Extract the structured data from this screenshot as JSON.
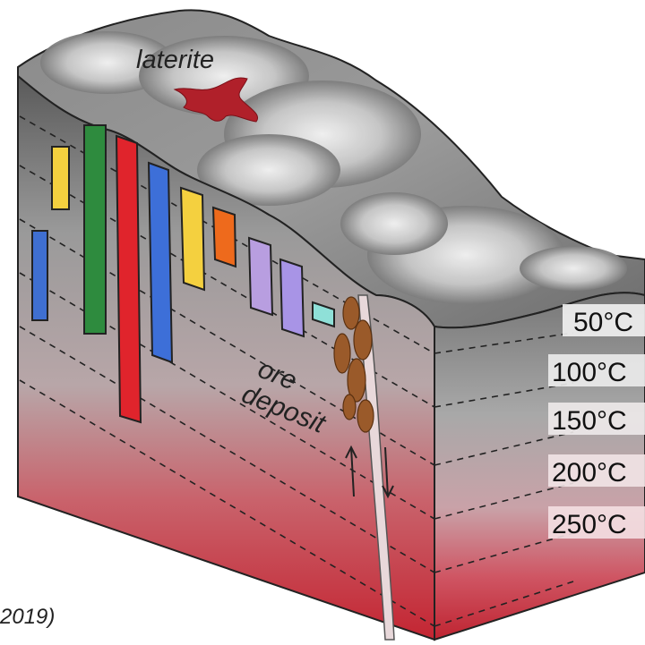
{
  "labels": {
    "laterite": "laterite",
    "ore_line1": "ore",
    "ore_line2": "deposit",
    "citation": "2019)"
  },
  "temperatures": [
    "50°C",
    "100°C",
    "150°C",
    "200°C",
    "250°C"
  ],
  "colors": {
    "laterite": "#b0202a",
    "ore_deposit": "#9a5a2a",
    "hot_red": "#c62a36",
    "rock_grey": "#7a7a7a"
  },
  "bars": [
    {
      "name": "blue-bar-left",
      "color": "#3f6fd1"
    },
    {
      "name": "yellow-bar-1",
      "color": "#f4d03f"
    },
    {
      "name": "green-bar",
      "color": "#2e8b3e"
    },
    {
      "name": "red-bar",
      "color": "#e0242c"
    },
    {
      "name": "blue-bar-2",
      "color": "#3d6fd8"
    },
    {
      "name": "yellow-bar-2",
      "color": "#f4d03f"
    },
    {
      "name": "orange-bar",
      "color": "#ee6a1c"
    },
    {
      "name": "lavender-bar-1",
      "color": "#b89ee0"
    },
    {
      "name": "lavender-bar-2",
      "color": "#a894e6"
    },
    {
      "name": "cyan-bar",
      "color": "#8fe0d8"
    }
  ]
}
